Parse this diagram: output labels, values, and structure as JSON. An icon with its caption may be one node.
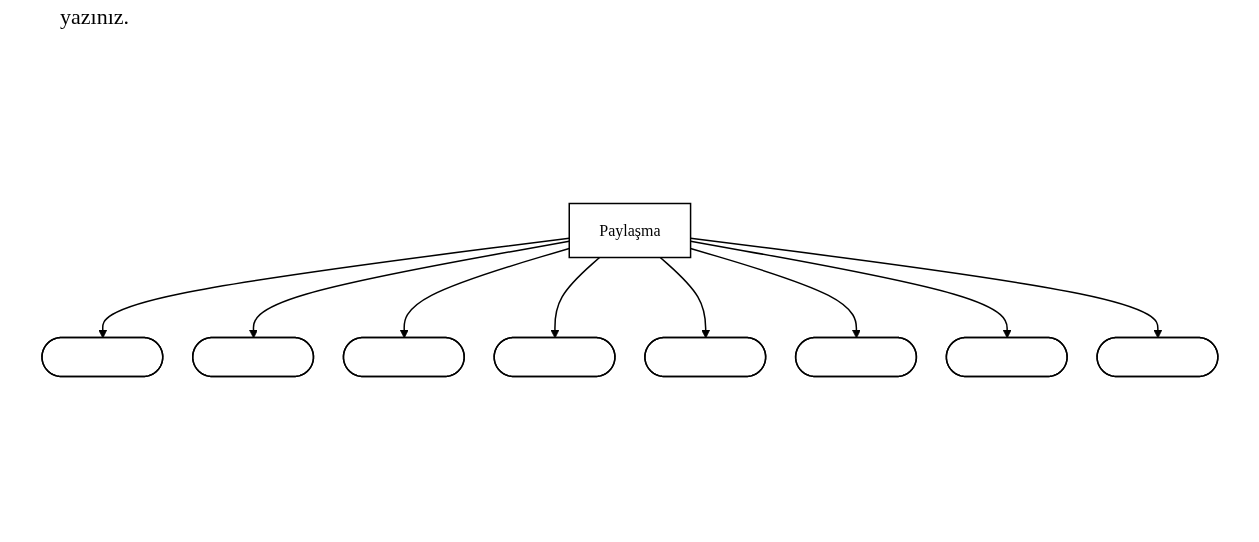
{
  "diagram": {
    "nodes": [
      {
        "text": [],
        "shape": "ellipse"
      },
      {
        "text": [],
        "shape": "ellipse"
      },
      {
        "text": [],
        "shape": "ellipse"
      },
      {
        "text": [
          "Paylaşma"
        ]
      },
      {
        "text": [],
        "shape": "ellipse"
      },
      {
        "text": [],
        "shape": "ellipse"
      },
      {
        "text": [],
        "shape": "ellipse"
      },
      {
        "text": [],
        "shape": "ellipse"
      },
      {
        "text": [],
        "shape": "ellipse"
      }
    ],
    "edges": [
      {
        "from": 3,
        "to": 0,
        "arrow": "to"
      },
      {
        "from": 3,
        "to": 1,
        "arrow": "to"
      },
      {
        "from": 3,
        "to": 2,
        "arrow": "to"
      },
      {
        "from": 3,
        "to": 4,
        "arrow": "to"
      },
      {
        "from": 3,
        "to": 5,
        "arrow": "to"
      },
      {
        "from": 3,
        "to": 6,
        "arrow": "to"
      },
      {
        "from": 3,
        "to": 7,
        "arrow": "to"
      },
      {
        "from": 3,
        "to": 8,
        "arrow": "to"
      }
    ],
    "labels": [
      "yazınız."
    ]
  }
}
